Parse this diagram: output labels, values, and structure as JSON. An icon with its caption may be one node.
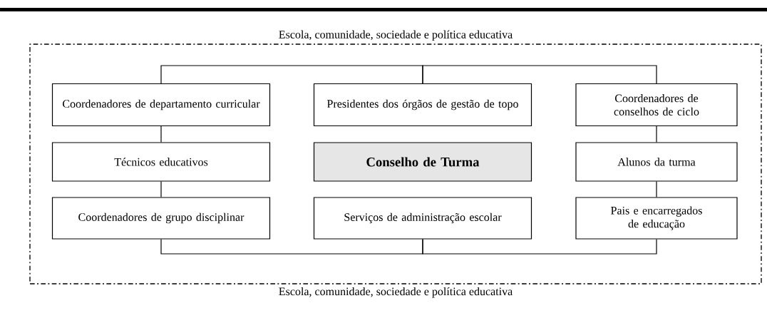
{
  "diagram": {
    "nodes": [
      {
        "text": [
          "Escola, comunidade, sociedade e política educativa",
          "Escola, comunidade, sociedade e política educativa"
        ]
      },
      {
        "text": [
          "Coordenadores de departamento curricular"
        ],
        "in": 0
      },
      {
        "text": [
          "Presidentes dos órgãos de gestão de topo"
        ],
        "in": 0
      },
      {
        "text": [
          "Coordenadores de conselhos de ciclo"
        ],
        "in": 0
      },
      {
        "text": [
          "Técnicos educativos"
        ],
        "in": 0
      },
      {
        "text": [
          "Conselho de Turma"
        ],
        "in": 0
      },
      {
        "text": [
          "Alunos da turma"
        ],
        "in": 0
      },
      {
        "text": [
          "Coordenadores de grupo disciplinar"
        ],
        "in": 0
      },
      {
        "text": [
          "Serviços de administração escolar"
        ],
        "in": 0
      },
      {
        "text": [
          "Pais e encarregados de educação"
        ],
        "in": 0
      }
    ],
    "edges": [
      {
        "from": 1,
        "to": 2,
        "arrow": "none"
      },
      {
        "from": 2,
        "to": 3,
        "arrow": "none"
      },
      {
        "from": 1,
        "to": 4,
        "arrow": "none"
      },
      {
        "from": 4,
        "to": 7,
        "arrow": "none"
      },
      {
        "from": 3,
        "to": 6,
        "arrow": "none"
      },
      {
        "from": 6,
        "to": 9,
        "arrow": "none"
      },
      {
        "from": 7,
        "to": 8,
        "arrow": "none"
      },
      {
        "from": 8,
        "to": 9,
        "arrow": "none"
      }
    ]
  }
}
